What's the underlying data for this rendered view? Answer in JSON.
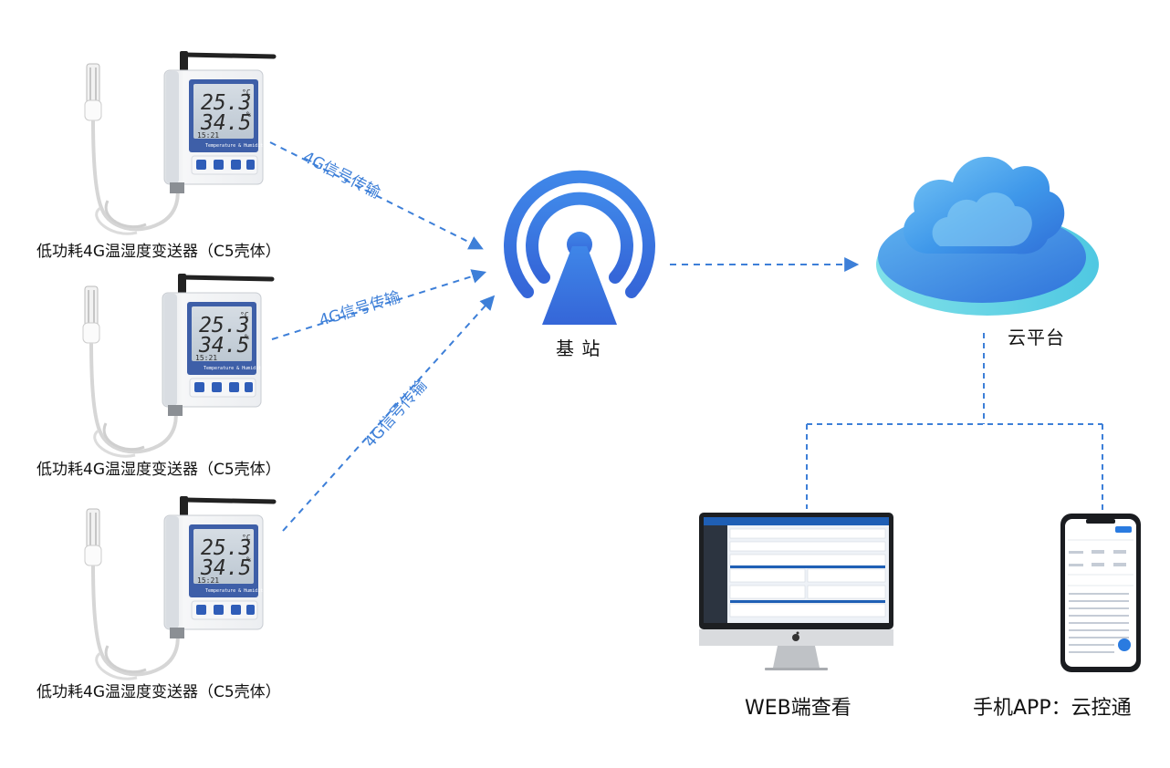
{
  "devices": [
    {
      "label": "低功耗4G温湿度变送器（C5壳体）",
      "temp": "25.3",
      "hum": "34.5",
      "time": "15:21",
      "unit_c": "°C",
      "unit_pct": "%",
      "band": "Temperature & Humidity"
    },
    {
      "label": "低功耗4G温湿度变送器（C5壳体）",
      "temp": "25.3",
      "hum": "34.5",
      "time": "15:21",
      "unit_c": "°C",
      "unit_pct": "%",
      "band": "Temperature & Humidity"
    },
    {
      "label": "低功耗4G温湿度变送器（C5壳体）",
      "temp": "25.3",
      "hum": "34.5",
      "time": "15:21",
      "unit_c": "°C",
      "unit_pct": "%",
      "band": "Temperature & Humidity"
    }
  ],
  "links": [
    "4G信号传输",
    "4G信号传输",
    "4G信号传输"
  ],
  "base_station": {
    "label": "基 站"
  },
  "cloud": {
    "label": "云平台"
  },
  "outputs": {
    "web": "WEB端查看",
    "app": "手机APP：云控通"
  },
  "colors": {
    "link": "#3d7fd8",
    "tower": "#3b78e0",
    "cloud": "#5aa7ee",
    "cloud_base": "#3a8ee6",
    "device_body": "#f3f4f6",
    "lcd": "#3e5fa8"
  },
  "icons": [
    "antenna-icon",
    "signal-tower-icon",
    "cloud-icon",
    "monitor-icon",
    "smartphone-icon",
    "apple-logo-icon"
  ]
}
